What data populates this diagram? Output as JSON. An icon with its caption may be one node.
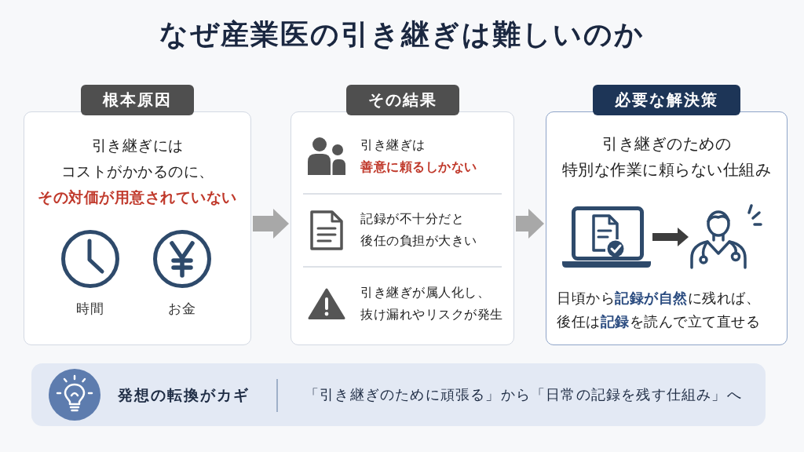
{
  "diagram": {
    "title": "なぜ産業医の引き継ぎは難しいのか",
    "nodes": [
      {
        "text": [
          "根本原因",
          "引き継ぎにはコストがかかるのに、**その対価が用意されていない**"
        ]
      },
      {
        "text": [
          "時間"
        ],
        "in": 0
      },
      {
        "text": [
          "お金"
        ],
        "in": 0
      },
      {
        "text": [
          "その結果"
        ]
      },
      {
        "text": [
          "引き継ぎは**善意に頼るしかない**"
        ],
        "in": 3
      },
      {
        "text": [
          "記録が不十分だと後任の負担が大きい"
        ],
        "in": 3
      },
      {
        "text": [
          "引き継ぎが属人化し、抜け漏れやリスクが発生"
        ],
        "in": 3
      },
      {
        "text": [
          "必要な解決策",
          "引き継ぎのための特別な作業に頼らない仕組み",
          "日頃から**記録が自然**に残れば、後任は**記録**を読んで立て直せる"
        ]
      },
      {
        "text": [],
        "shape": "picture",
        "in": 7
      },
      {
        "text": [],
        "shape": "picture",
        "in": 7
      },
      {
        "text": [
          "発想の転換がカギ",
          "「引き継ぎのために頑張る」から「日常の記録を残す仕組み」へ"
        ]
      }
    ],
    "edges": [
      {
        "from": 0,
        "to": 3,
        "arrow": "to"
      },
      {
        "from": 3,
        "to": 7,
        "arrow": "to"
      },
      {
        "from": 8,
        "to": 9,
        "arrow": "to",
        "color": "#3d3d3d"
      }
    ]
  }
}
